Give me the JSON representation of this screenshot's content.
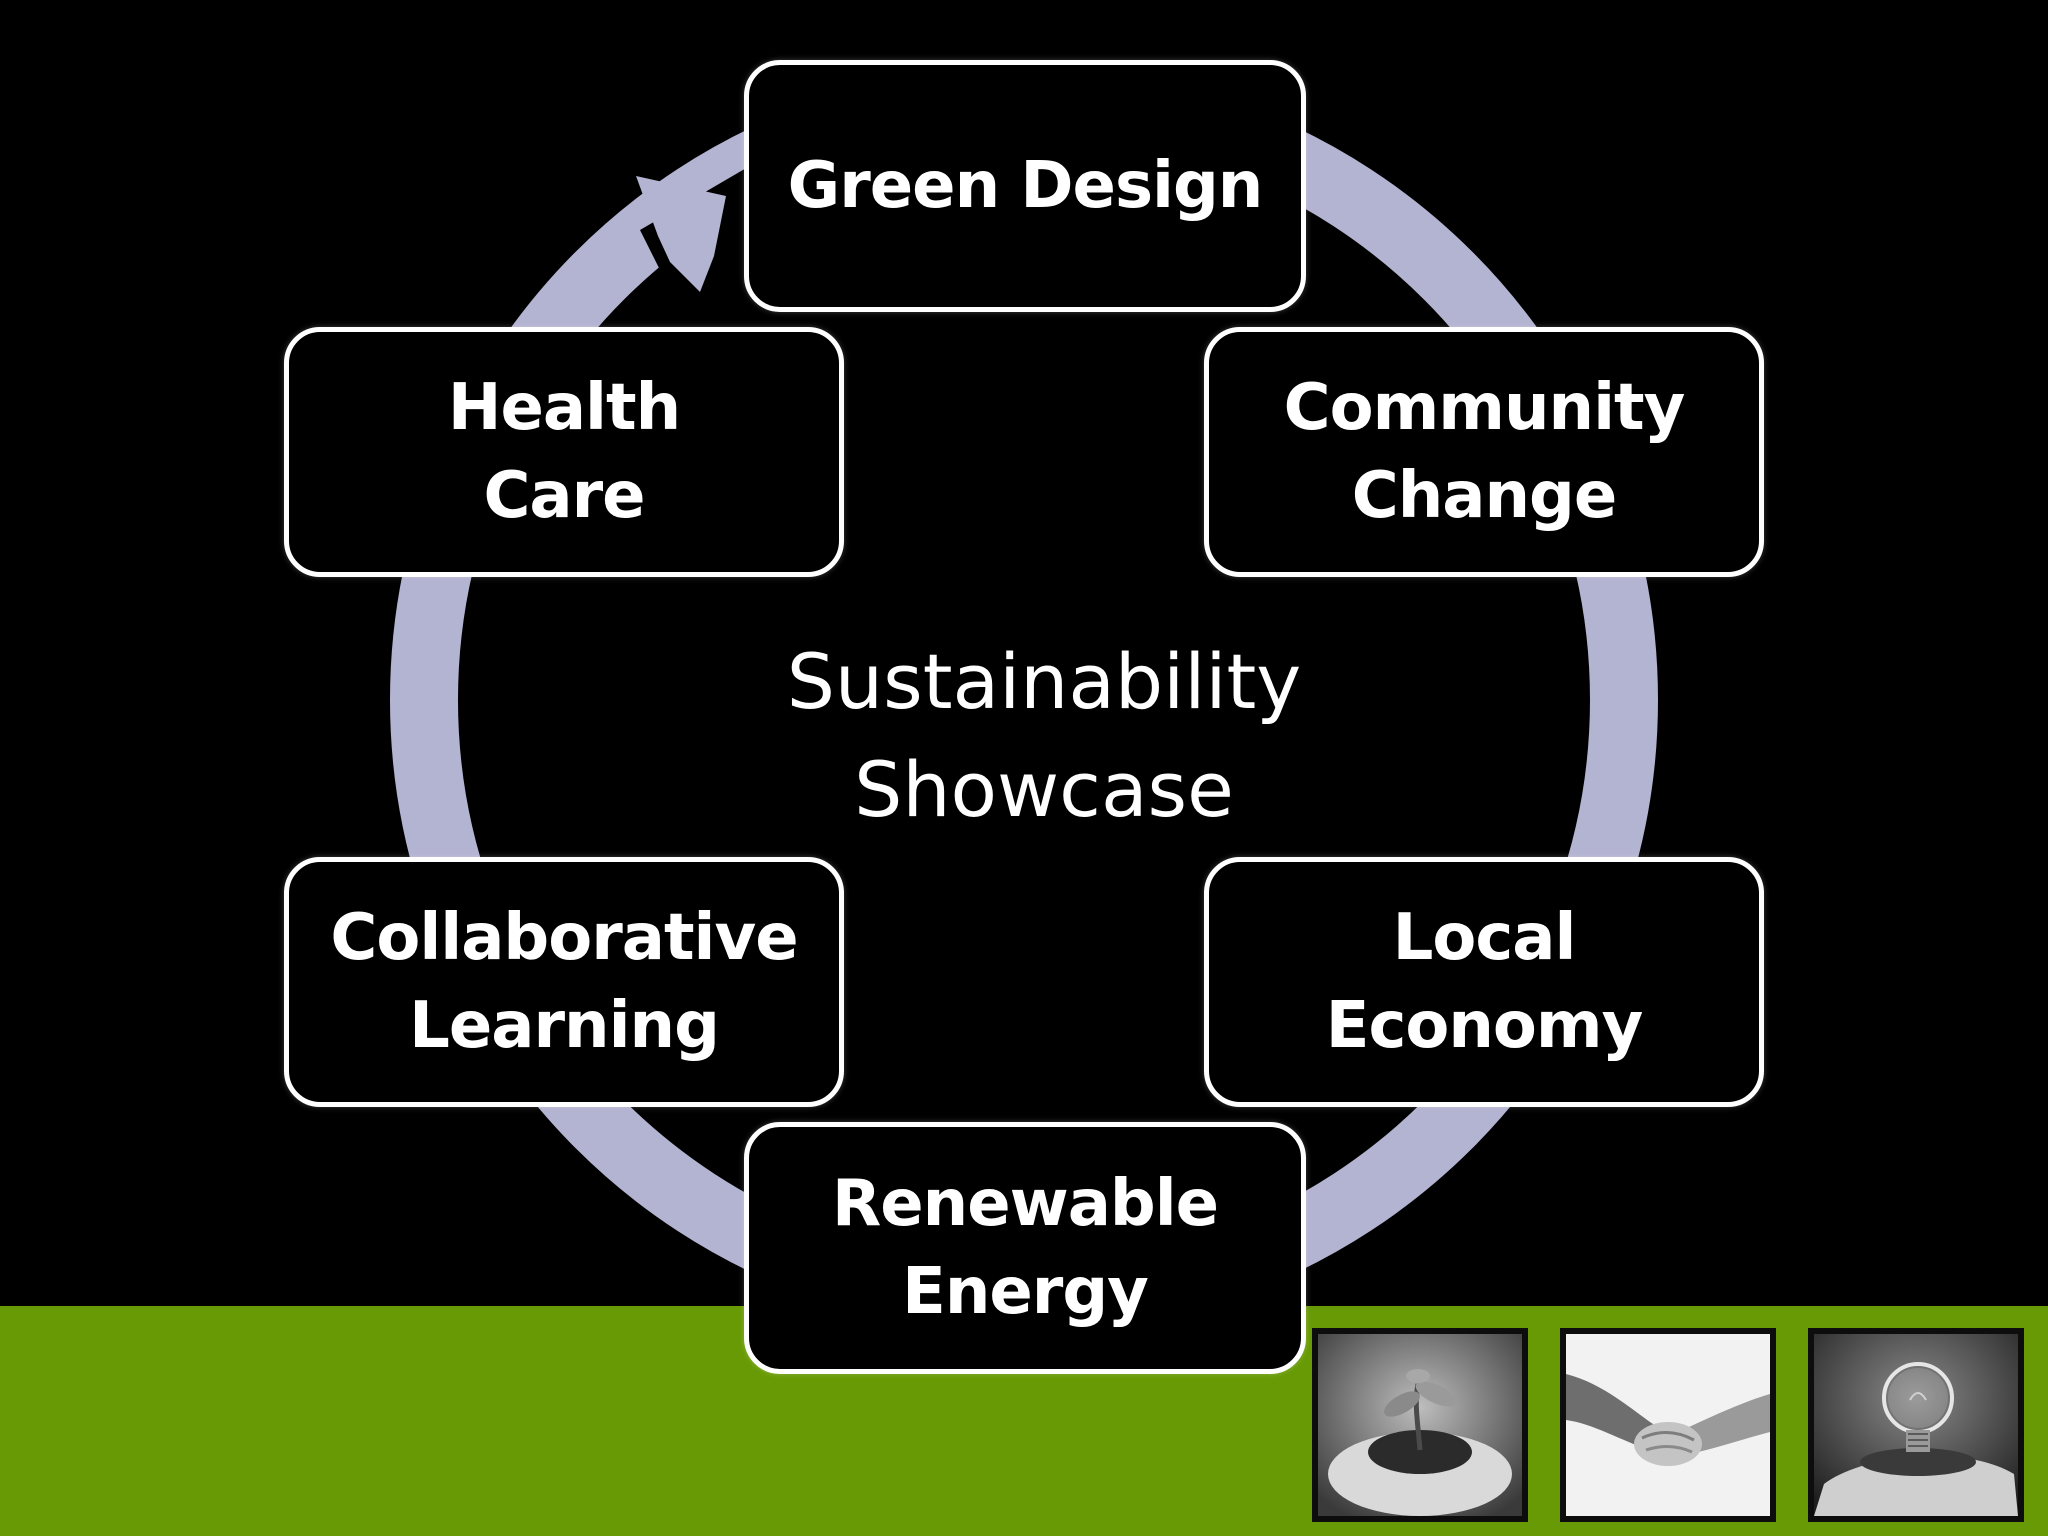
{
  "diagram": {
    "center_title": "Sustainability\nShowcase",
    "nodes": [
      {
        "id": "green-design",
        "label": "Green Design"
      },
      {
        "id": "community-change",
        "label": "Community\nChange"
      },
      {
        "id": "local-economy",
        "label": "Local\nEconomy"
      },
      {
        "id": "renewable-energy",
        "label": "Renewable\nEnergy"
      },
      {
        "id": "collaborative-learning",
        "label": "Collaborative\nLearning"
      },
      {
        "id": "health-care",
        "label": "Health\nCare"
      }
    ],
    "flow": "clockwise",
    "arrow_into": "green-design"
  },
  "colors": {
    "background": "#000000",
    "green_band": "#679a04",
    "cycle_ring": "#b3b3d2",
    "node_fill": "#000000",
    "node_border": "#ffffff",
    "text": "#ffffff"
  },
  "photos": [
    {
      "id": "seedling-in-hands",
      "icon": "seedling-hands-photo"
    },
    {
      "id": "holding-hands",
      "icon": "holding-hands-photo"
    },
    {
      "id": "light-bulb-in-hand",
      "icon": "light-bulb-hand-photo"
    }
  ]
}
